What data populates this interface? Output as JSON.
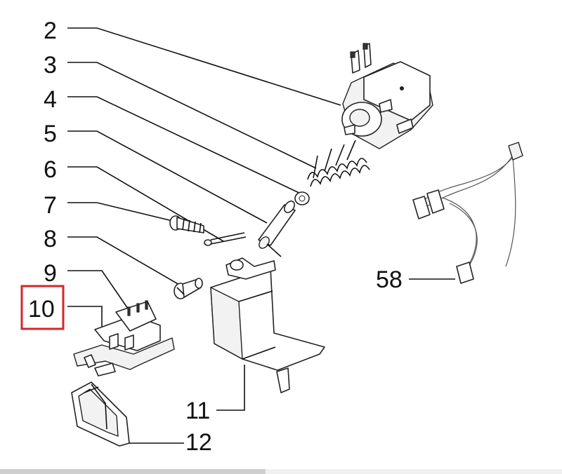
{
  "labels": {
    "p2": "2",
    "p3": "3",
    "p4": "4",
    "p5": "5",
    "p6": "6",
    "p7": "7",
    "p8": "8",
    "p9": "9",
    "p10": "10",
    "p11": "11",
    "p12": "12",
    "p58": "58"
  },
  "highlight": {
    "part": "10",
    "color": "#d3262b"
  }
}
